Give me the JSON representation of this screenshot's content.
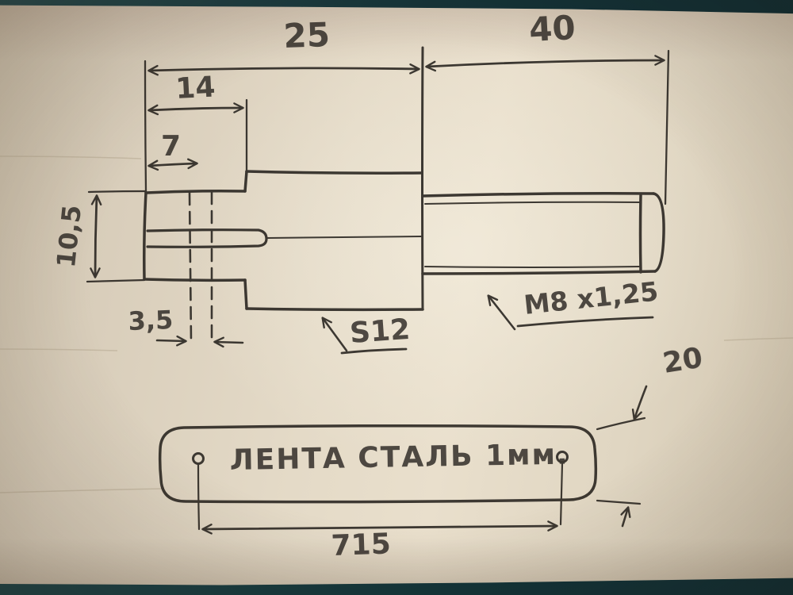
{
  "scene": {
    "kind": "photo of a hand-drawn engineering sketch on paper"
  },
  "colors": {
    "ink": "#2e2a25",
    "paper": "#e4dac7",
    "table": "#143338"
  },
  "shaft_view": {
    "dim_25": "25",
    "dim_40": "40",
    "dim_14": "14",
    "dim_7": "7",
    "dim_10_5": "10,5",
    "dim_3_5": "3,5",
    "label_hex": "S12",
    "label_thread": "M8 x1,25"
  },
  "strip_view": {
    "material_label": "ЛЕНТА СТАЛЬ 1мм.",
    "dim_715": "715",
    "dim_20": "20"
  }
}
